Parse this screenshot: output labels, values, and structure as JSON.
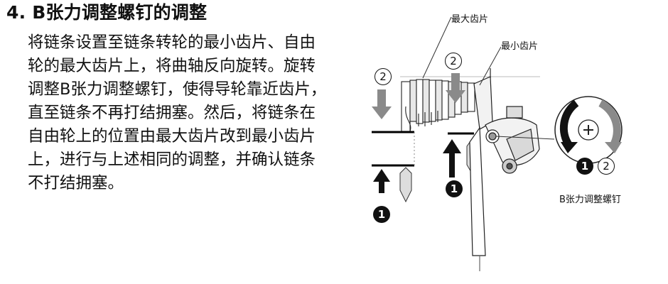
{
  "section": {
    "title": "4. B张力调整螺钉的调整",
    "lines": [
      "将链条设置至链条转轮的最小齿片、自由",
      "轮的最大齿片上，将曲轴反向旋转。旋转",
      "调整B张力调整螺钉，使得导轮靠近齿片，",
      "直至链条不再打结拥塞。然后，将链条在",
      "自由轮上的位置由最大齿片改到最小齿片",
      "上，进行与上述相同的调整，并确认链条",
      "不打结拥塞。"
    ]
  },
  "figure": {
    "label_largest_cog": "最大齿片",
    "label_smallest_cog": "最小齿片",
    "label_screw": "B张力调整螺钉",
    "step_1": "1",
    "step_2": "2"
  }
}
